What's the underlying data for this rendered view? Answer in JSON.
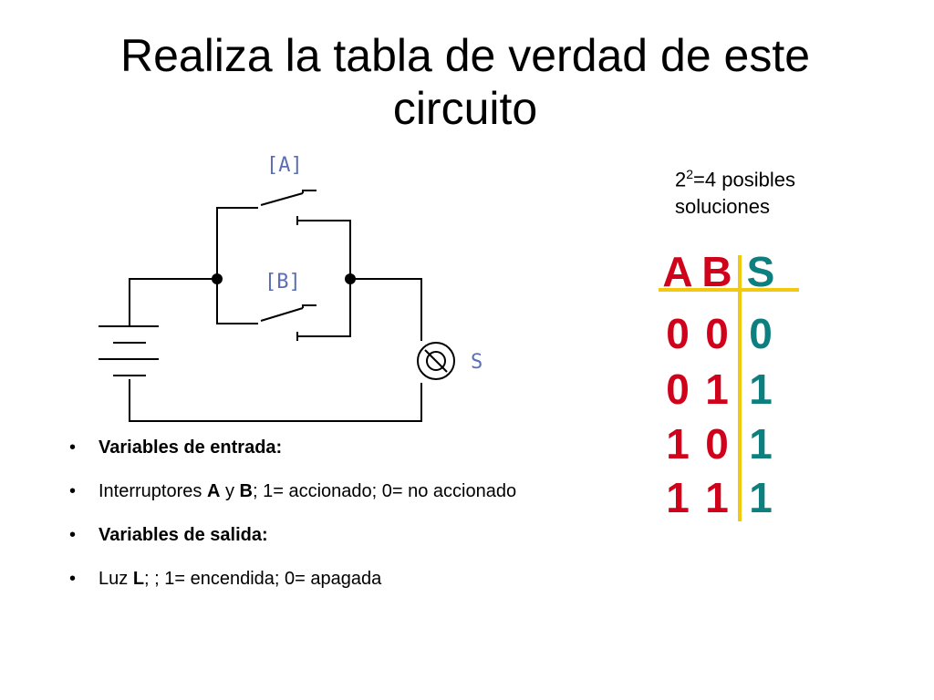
{
  "title": "Realiza la tabla de verdad de este circuito",
  "circuit": {
    "label_a": "[A]",
    "label_b": "[B]",
    "label_s": "S",
    "wire_color": "#000000",
    "label_color": "#5b6eb4"
  },
  "note": {
    "base": "2",
    "exponent": "2",
    "rest": "=4 posibles",
    "line2": "soluciones"
  },
  "truth_table": {
    "headers": [
      "A",
      "B",
      "S"
    ],
    "rows": [
      [
        "0",
        "0",
        "0"
      ],
      [
        "0",
        "1",
        "1"
      ],
      [
        "1",
        "0",
        "1"
      ],
      [
        "1",
        "1",
        "1"
      ]
    ],
    "input_color": "#d0021b",
    "output_color": "#0e7f7f",
    "line_color": "#f2c811"
  },
  "bullets": [
    {
      "pre": "Variables de entrada:",
      "bold": true
    },
    {
      "t1": "Interruptores ",
      "b1": "A",
      "t2": " y ",
      "b2": "B",
      "t3": "; 1= accionado; 0= no accionado"
    },
    {
      "pre": "Variables de salida:",
      "bold": true
    },
    {
      "t1": "Luz ",
      "b1": "L",
      "t2": "; ; 1= encendida; 0= apagada"
    }
  ]
}
